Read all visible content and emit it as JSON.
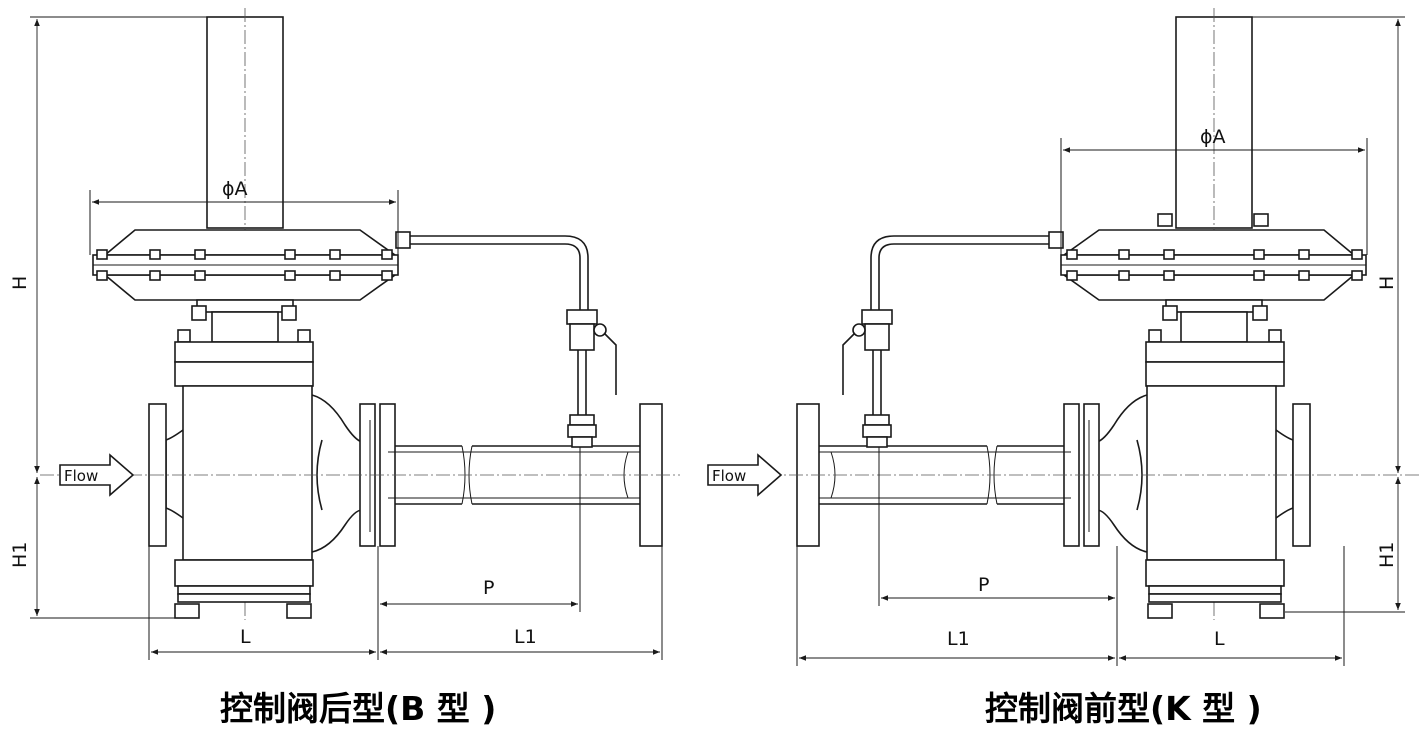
{
  "diagrams": [
    {
      "caption": "控制阀后型(B 型 )",
      "flow_label": "Flow",
      "dims": {
        "phiA": "ϕA",
        "H": "H",
        "H1": "H1",
        "L": "L",
        "L1": "L1",
        "P": "P"
      }
    },
    {
      "caption": "控制阀前型(K 型 )",
      "flow_label": "Flow",
      "dims": {
        "phiA": "ϕA",
        "H": "H",
        "H1": "H1",
        "L": "L",
        "L1": "L1",
        "P": "P"
      }
    }
  ]
}
